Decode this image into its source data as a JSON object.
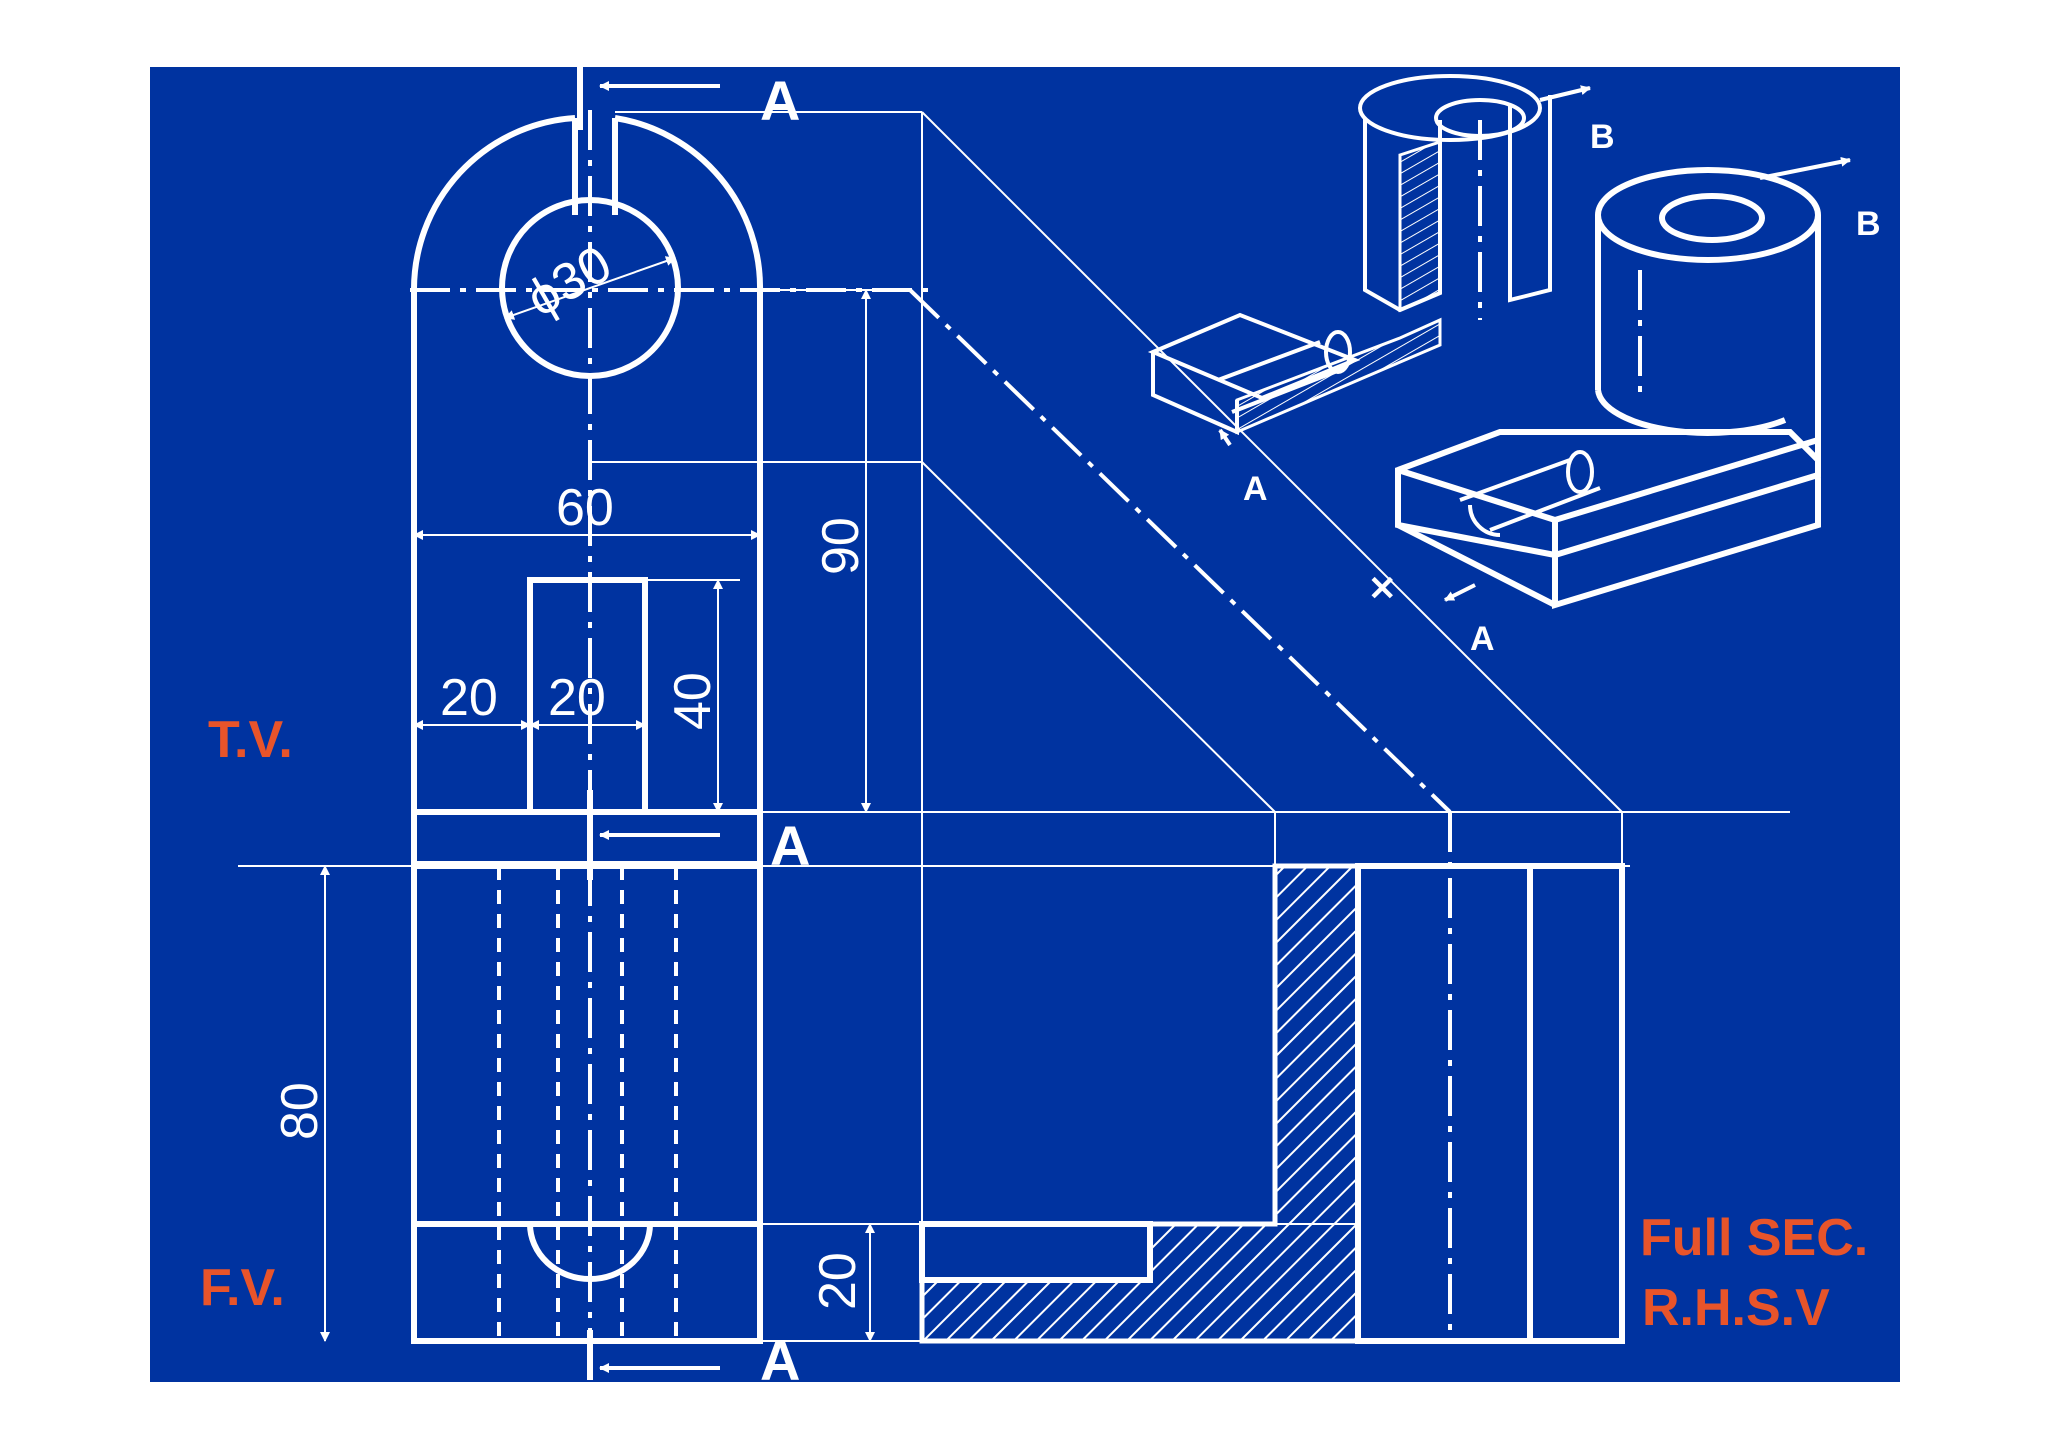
{
  "colors": {
    "background": "#0033a0",
    "line": "#ffffff",
    "label": "#e8542a"
  },
  "view_labels": {
    "top": "T.V.",
    "front": "F.V.",
    "section_line1": "Full SEC.",
    "section_line2": "R.H.S.V"
  },
  "section_labels": {
    "a_top": "A",
    "a_middle": "A",
    "a_bottom": "A",
    "a_iso1": "A",
    "a_iso2": "A",
    "b_iso1": "B",
    "b_iso2": "B"
  },
  "dimensions": {
    "diameter": "ϕ30",
    "width": "60",
    "depth": "90",
    "left_offset": "20",
    "slot_width": "20",
    "slot_length": "40",
    "height": "80",
    "base_height": "20"
  }
}
